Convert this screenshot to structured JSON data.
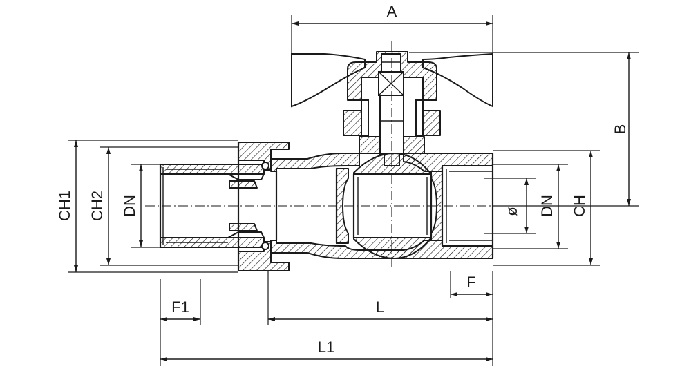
{
  "dimensions": {
    "a": "A",
    "b": "B",
    "ch1": "CH1",
    "ch2": "CH2",
    "dn_left": "DN",
    "dn_right": "DN",
    "ch": "CH",
    "diameter": "ø",
    "f": "F",
    "f1": "F1",
    "l": "L",
    "l1": "L1"
  }
}
